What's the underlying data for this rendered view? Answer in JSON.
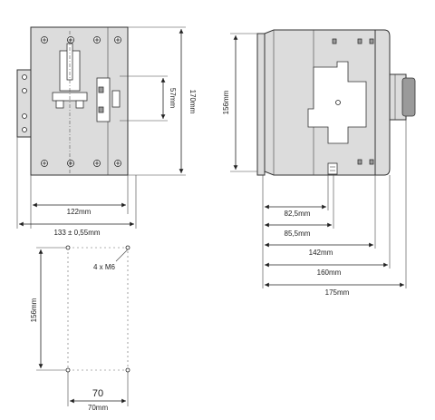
{
  "front_view": {
    "width_label": "122mm",
    "mount_width_label": "133 ± 0,55mm",
    "height_label": "170mm",
    "mid_label": "57mm"
  },
  "side_view": {
    "height_label": "156mm",
    "depth_labels": [
      "82,5mm",
      "85,5mm",
      "142mm",
      "160mm",
      "175mm"
    ]
  },
  "drill_pattern": {
    "hole_label": "4 x M6",
    "vertical_label": "156mm",
    "horizontal_label_big": "70",
    "horizontal_label_small": "70mm"
  }
}
